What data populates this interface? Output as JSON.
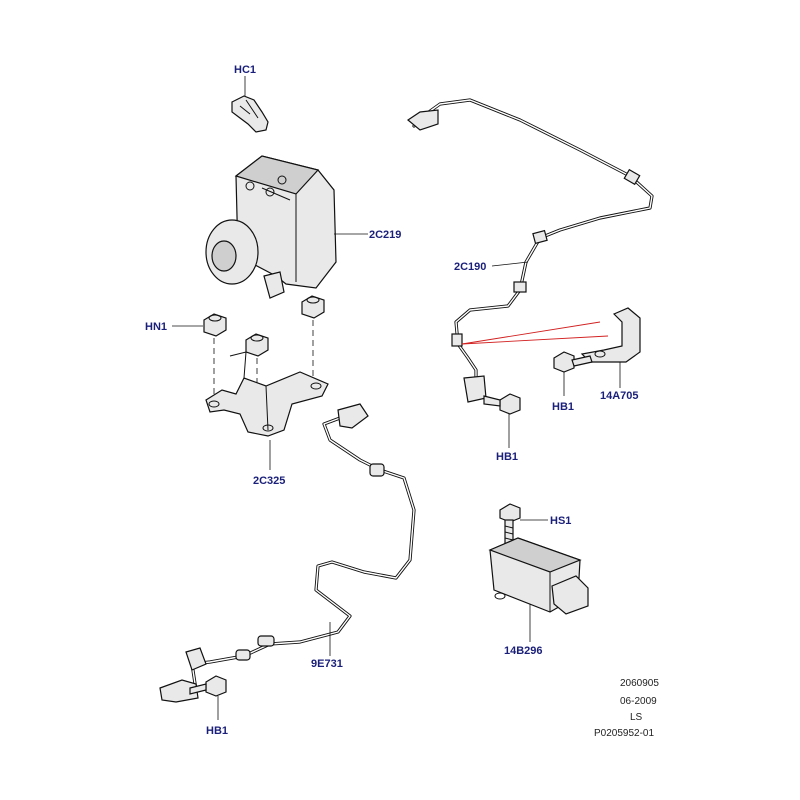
{
  "colors": {
    "callout_text": "#1a1f7a",
    "line": "#111111",
    "part_fill": "#e9e9e9",
    "highlight_line": "#d22020"
  },
  "callouts": {
    "hc1": "HC1",
    "c2c219": "2C219",
    "c2c190": "2C190",
    "hn1": "HN1",
    "c2c325": "2C325",
    "c14a705": "14A705",
    "hb1_right_a": "HB1",
    "hb1_right_b": "HB1",
    "hs1": "HS1",
    "c14b296": "14B296",
    "c9e731": "9E731",
    "hb1_bottom": "HB1"
  },
  "footer": {
    "line1": "2060905",
    "line2": "06-2009",
    "line3": "LS",
    "line4": "P0205952-01"
  }
}
